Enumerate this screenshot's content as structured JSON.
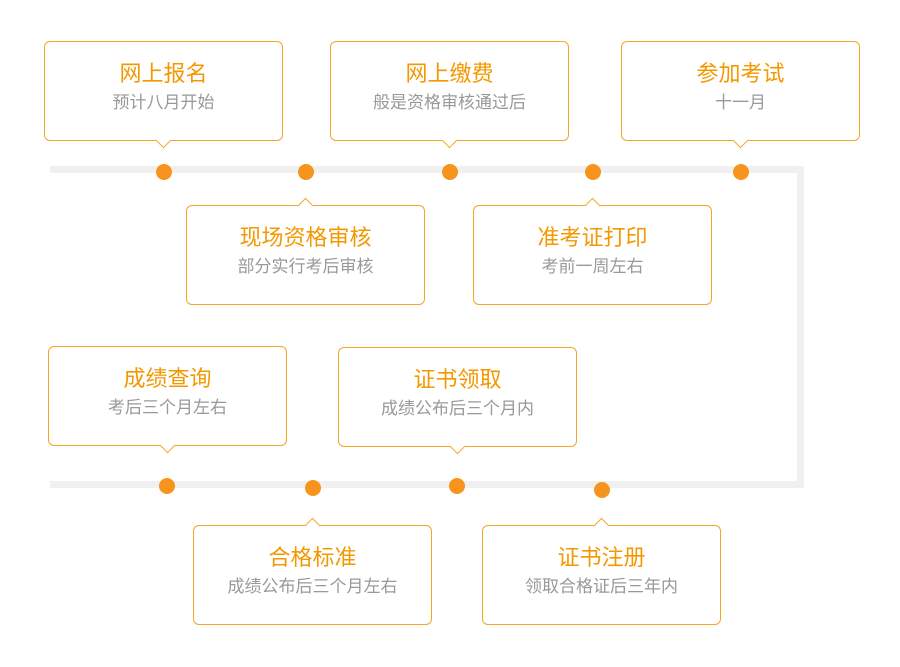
{
  "steps": [
    {
      "title": "网上报名",
      "sub": "预计八月开始"
    },
    {
      "title": "现场资格审核",
      "sub": "部分实行考后审核"
    },
    {
      "title": "网上缴费",
      "sub": "般是资格审核通过后"
    },
    {
      "title": "准考证打印",
      "sub": "考前一周左右"
    },
    {
      "title": "参加考试",
      "sub": "十一月"
    },
    {
      "title": "成绩查询",
      "sub": "考后三个月左右"
    },
    {
      "title": "合格标准",
      "sub": "成绩公布后三个月左右"
    },
    {
      "title": "证书领取",
      "sub": "成绩公布后三个月内"
    },
    {
      "title": "证书注册",
      "sub": "领取合格证后三年内"
    }
  ],
  "colors": {
    "accent": "#f39800",
    "border": "#f5a623",
    "dot": "#f7941d",
    "subtext": "#999999",
    "track": "#f0f0f0"
  }
}
